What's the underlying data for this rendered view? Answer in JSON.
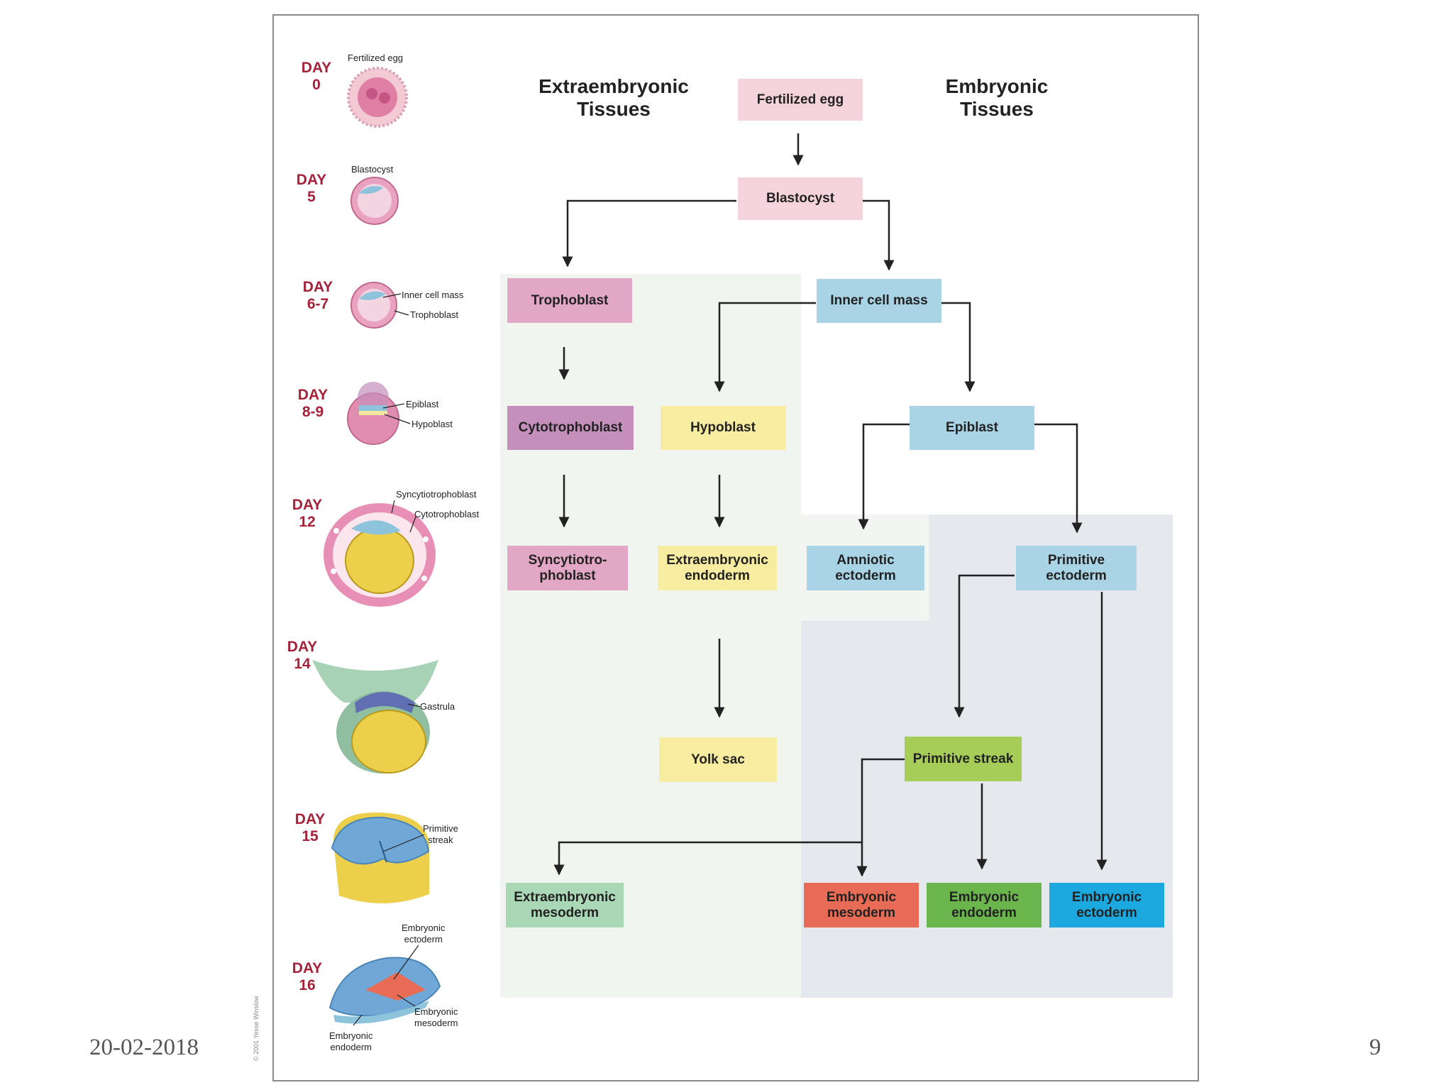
{
  "footer": {
    "date": "20-02-2018",
    "page": "9"
  },
  "headers": {
    "extraembryonic": "Extraembryonic\nTissues",
    "embryonic": "Embryonic\nTissues"
  },
  "days": [
    {
      "label": "DAY\n0"
    },
    {
      "label": "DAY\n5"
    },
    {
      "label": "DAY\n6-7"
    },
    {
      "label": "DAY\n8-9"
    },
    {
      "label": "DAY\n12"
    },
    {
      "label": "DAY\n14"
    },
    {
      "label": "DAY\n15"
    },
    {
      "label": "DAY\n16"
    }
  ],
  "illustration_labels": {
    "fertilized_egg": "Fertilized egg",
    "blastocyst": "Blastocyst",
    "inner_cell_mass": "Inner cell mass",
    "trophoblast": "Trophoblast",
    "epiblast": "Epiblast",
    "hypoblast": "Hypoblast",
    "syncytiotrophoblast": "Syncytiotrophoblast",
    "cytotrophoblast": "Cytotrophoblast",
    "gastrula": "Gastrula",
    "primitive_streak": "Primitive\nstreak",
    "embryonic_ectoderm": "Embryonic\nectoderm",
    "embryonic_mesoderm": "Embryonic\nmesoderm",
    "embryonic_endoderm": "Embryonic\nendoderm"
  },
  "boxes": {
    "fertilized_egg": "Fertilized egg",
    "blastocyst": "Blastocyst",
    "trophoblast": "Trophoblast",
    "inner_cell_mass": "Inner cell mass",
    "cytotrophoblast": "Cytotrophoblast",
    "hypoblast": "Hypoblast",
    "epiblast": "Epiblast",
    "syncytiotrophoblast": "Syncytiotro-\nphoblast",
    "extraembryonic_endoderm": "Extraembryonic\nendoderm",
    "amniotic_ectoderm": "Amniotic\nectoderm",
    "primitive_ectoderm": "Primitive\nectoderm",
    "yolk_sac": "Yolk sac",
    "primitive_streak": "Primitive streak",
    "extraembryonic_mesoderm": "Extraembryonic\nmesoderm",
    "embryonic_mesoderm": "Embryonic\nmesoderm",
    "embryonic_endoderm": "Embryonic\nendoderm",
    "embryonic_ectoderm": "Embryonic\nectoderm"
  },
  "copyright": "© 2001 Yesse Winslow",
  "colors": {
    "pink": "#f5d3dc",
    "mauve": "#e2a7c5",
    "purple": "#c58fbc",
    "light_blue": "#a8d4e6",
    "yellow": "#f8eca1",
    "green": "#a6cd58",
    "mint": "#aad8b6",
    "red": "#e86b55",
    "dark_green": "#6bb54d",
    "cyan": "#1aa8df"
  }
}
